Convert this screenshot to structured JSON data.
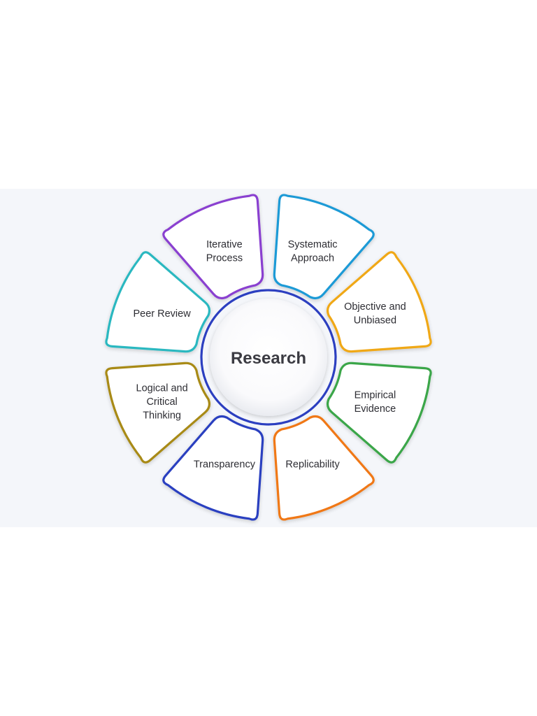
{
  "center": {
    "label": "Research",
    "ring_color": "#2c3fc0"
  },
  "petals": [
    {
      "lines": [
        "Systematic",
        "Approach"
      ],
      "color": "#1e9ad6"
    },
    {
      "lines": [
        "Objective and",
        "Unbiased"
      ],
      "color": "#f0a818"
    },
    {
      "lines": [
        "Empirical",
        "Evidence"
      ],
      "color": "#3aa648"
    },
    {
      "lines": [
        "Replicability"
      ],
      "color": "#f07818"
    },
    {
      "lines": [
        "Transparency"
      ],
      "color": "#2c3fc0"
    },
    {
      "lines": [
        "Logical and",
        "Critical",
        "Thinking"
      ],
      "color": "#a88a16"
    },
    {
      "lines": [
        "Peer Review"
      ],
      "color": "#2cb8c0"
    },
    {
      "lines": [
        "Iterative",
        "Process"
      ],
      "color": "#8a3fd0"
    }
  ]
}
